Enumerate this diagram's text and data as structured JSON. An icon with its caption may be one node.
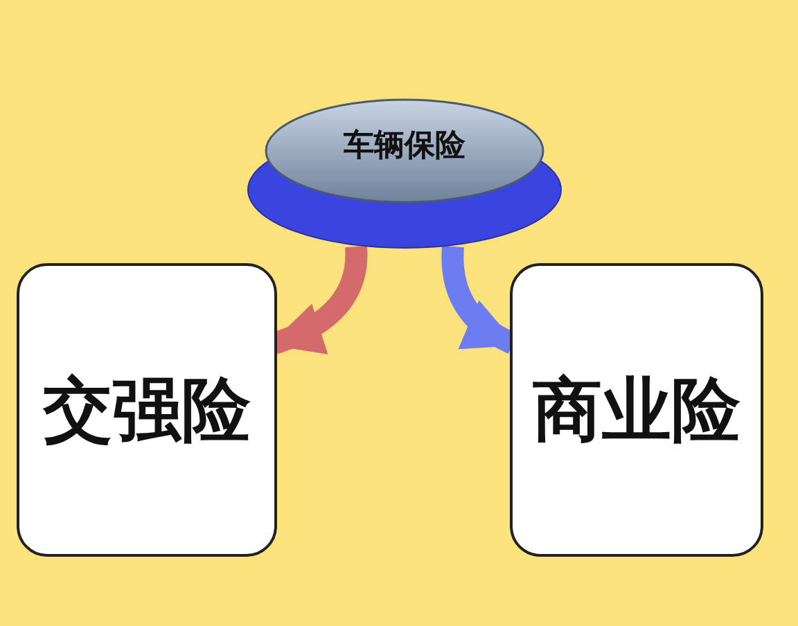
{
  "diagram": {
    "nodes": [
      {
        "text": [
          "车辆保险"
        ]
      },
      {
        "text": [
          "交强险"
        ]
      },
      {
        "text": [
          "商业险"
        ]
      }
    ],
    "edges": [
      {
        "from": 0,
        "to": 1,
        "arrow": "to",
        "color": "#d46a6a"
      },
      {
        "from": 0,
        "to": 2,
        "arrow": "to",
        "color": "#6e7cf2"
      }
    ]
  }
}
